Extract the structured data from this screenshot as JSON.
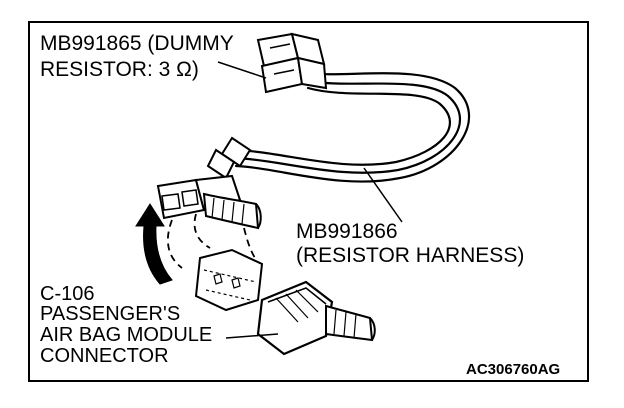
{
  "dummy_resistor": {
    "line1": "MB991865 (DUMMY",
    "line2": "RESISTOR: 3 Ω)"
  },
  "resistor_harness": {
    "line1": "MB991866",
    "line2": "(RESISTOR HARNESS)"
  },
  "connector": {
    "line1": "C-106",
    "line2": "PASSENGER'S",
    "line3": "AIR BAG MODULE",
    "line4": "CONNECTOR"
  },
  "figure_code": "AC306760AG"
}
